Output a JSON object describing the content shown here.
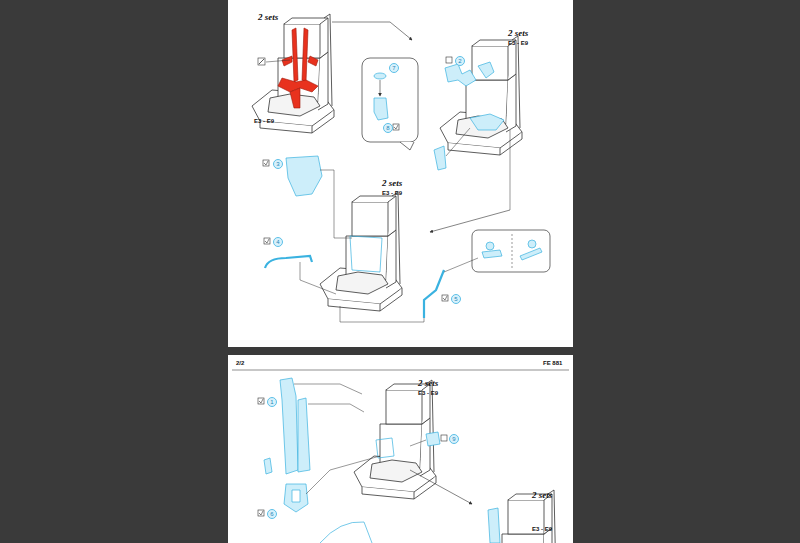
{
  "diagram": {
    "labels": [
      "2 sets",
      "E3 - E9",
      "2 sets",
      "E3 - E9",
      "7",
      "8",
      "2",
      "3",
      "2 sets",
      "E3 - E9",
      "4",
      "5",
      "2/2",
      "FE 881",
      "2 sets",
      "E3 - E9",
      "1",
      "6",
      "9",
      "2 sets",
      "E3 - E9"
    ]
  }
}
